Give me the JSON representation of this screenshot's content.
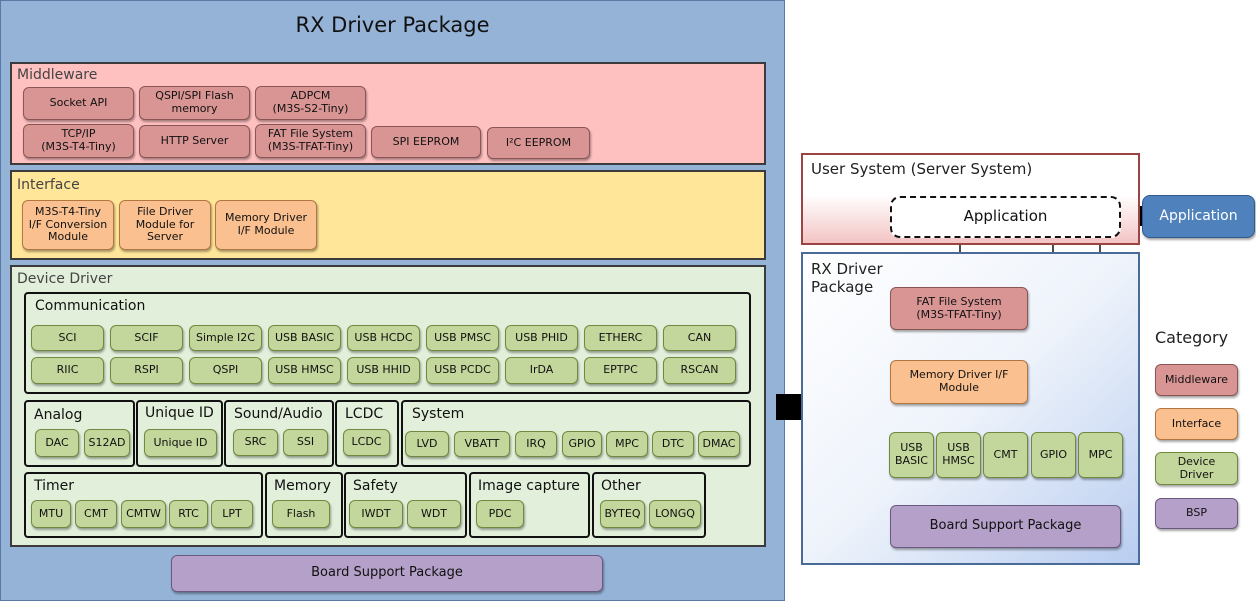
{
  "left": {
    "title": "RX Driver Package",
    "middleware": {
      "label": "Middleware",
      "items": [
        "Socket API",
        "QSPI/SPI Flash\nmemory",
        "ADPCM\n(M3S-S2-Tiny)",
        "TCP/IP\n(M3S-T4-Tiny)",
        "HTTP Server",
        "FAT File System\n(M3S-TFAT-Tiny)",
        "SPI EEPROM",
        "I²C EEPROM"
      ]
    },
    "interface": {
      "label": "Interface",
      "items": [
        "M3S-T4-Tiny\nI/F Conversion\nModule",
        "File Driver\nModule for\nServer",
        "Memory Driver\nI/F Module"
      ]
    },
    "device_driver": {
      "label": "Device Driver",
      "communication": {
        "label": "Communication",
        "items": [
          "SCI",
          "SCIF",
          "Simple I2C",
          "USB BASIC",
          "USB HCDC",
          "USB PMSC",
          "USB PHID",
          "ETHERC",
          "CAN",
          "RIIC",
          "RSPI",
          "QSPI",
          "USB HMSC",
          "USB HHID",
          "USB PCDC",
          "IrDA",
          "EPTPC",
          "RSCAN"
        ]
      },
      "analog": {
        "label": "Analog",
        "items": [
          "DAC",
          "S12AD"
        ]
      },
      "unique_id": {
        "label": "Unique ID",
        "items": [
          "Unique ID"
        ]
      },
      "sound_audio": {
        "label": "Sound/Audio",
        "items": [
          "SRC",
          "SSI"
        ]
      },
      "lcdc": {
        "label": "LCDC",
        "items": [
          "LCDC"
        ]
      },
      "system": {
        "label": "System",
        "items": [
          "LVD",
          "VBATT",
          "IRQ",
          "GPIO",
          "MPC",
          "DTC",
          "DMAC"
        ]
      },
      "timer": {
        "label": "Timer",
        "items": [
          "MTU",
          "CMT",
          "CMTW",
          "RTC",
          "LPT"
        ]
      },
      "memory": {
        "label": "Memory",
        "items": [
          "Flash"
        ]
      },
      "safety": {
        "label": "Safety",
        "items": [
          "IWDT",
          "WDT"
        ]
      },
      "image_capture": {
        "label": "Image capture",
        "items": [
          "PDC"
        ]
      },
      "other": {
        "label": "Other",
        "items": [
          "BYTEQ",
          "LONGQ"
        ]
      }
    },
    "bsp": "Board Support Package"
  },
  "right": {
    "user_system_label": "User System (Server System)",
    "application_inner": "Application",
    "application_external": "Application",
    "rx_label": "RX Driver\nPackage",
    "fat": "FAT File System\n(M3S-TFAT-Tiny)",
    "mem_if": "Memory Driver I/F\nModule",
    "drivers": [
      "USB\nBASIC",
      "USB\nHMSC",
      "CMT",
      "GPIO",
      "MPC"
    ],
    "bsp": "Board Support Package"
  },
  "category": {
    "title": "Category",
    "items": [
      "Middleware",
      "Interface",
      "Device\nDriver",
      "BSP"
    ]
  },
  "colors": {
    "package_bg": "#95b3d7",
    "middleware": "#d99594",
    "interface": "#fac090",
    "device_driver": "#c3d69b",
    "bsp": "#b4a0c8",
    "application": "#4f81bd"
  }
}
